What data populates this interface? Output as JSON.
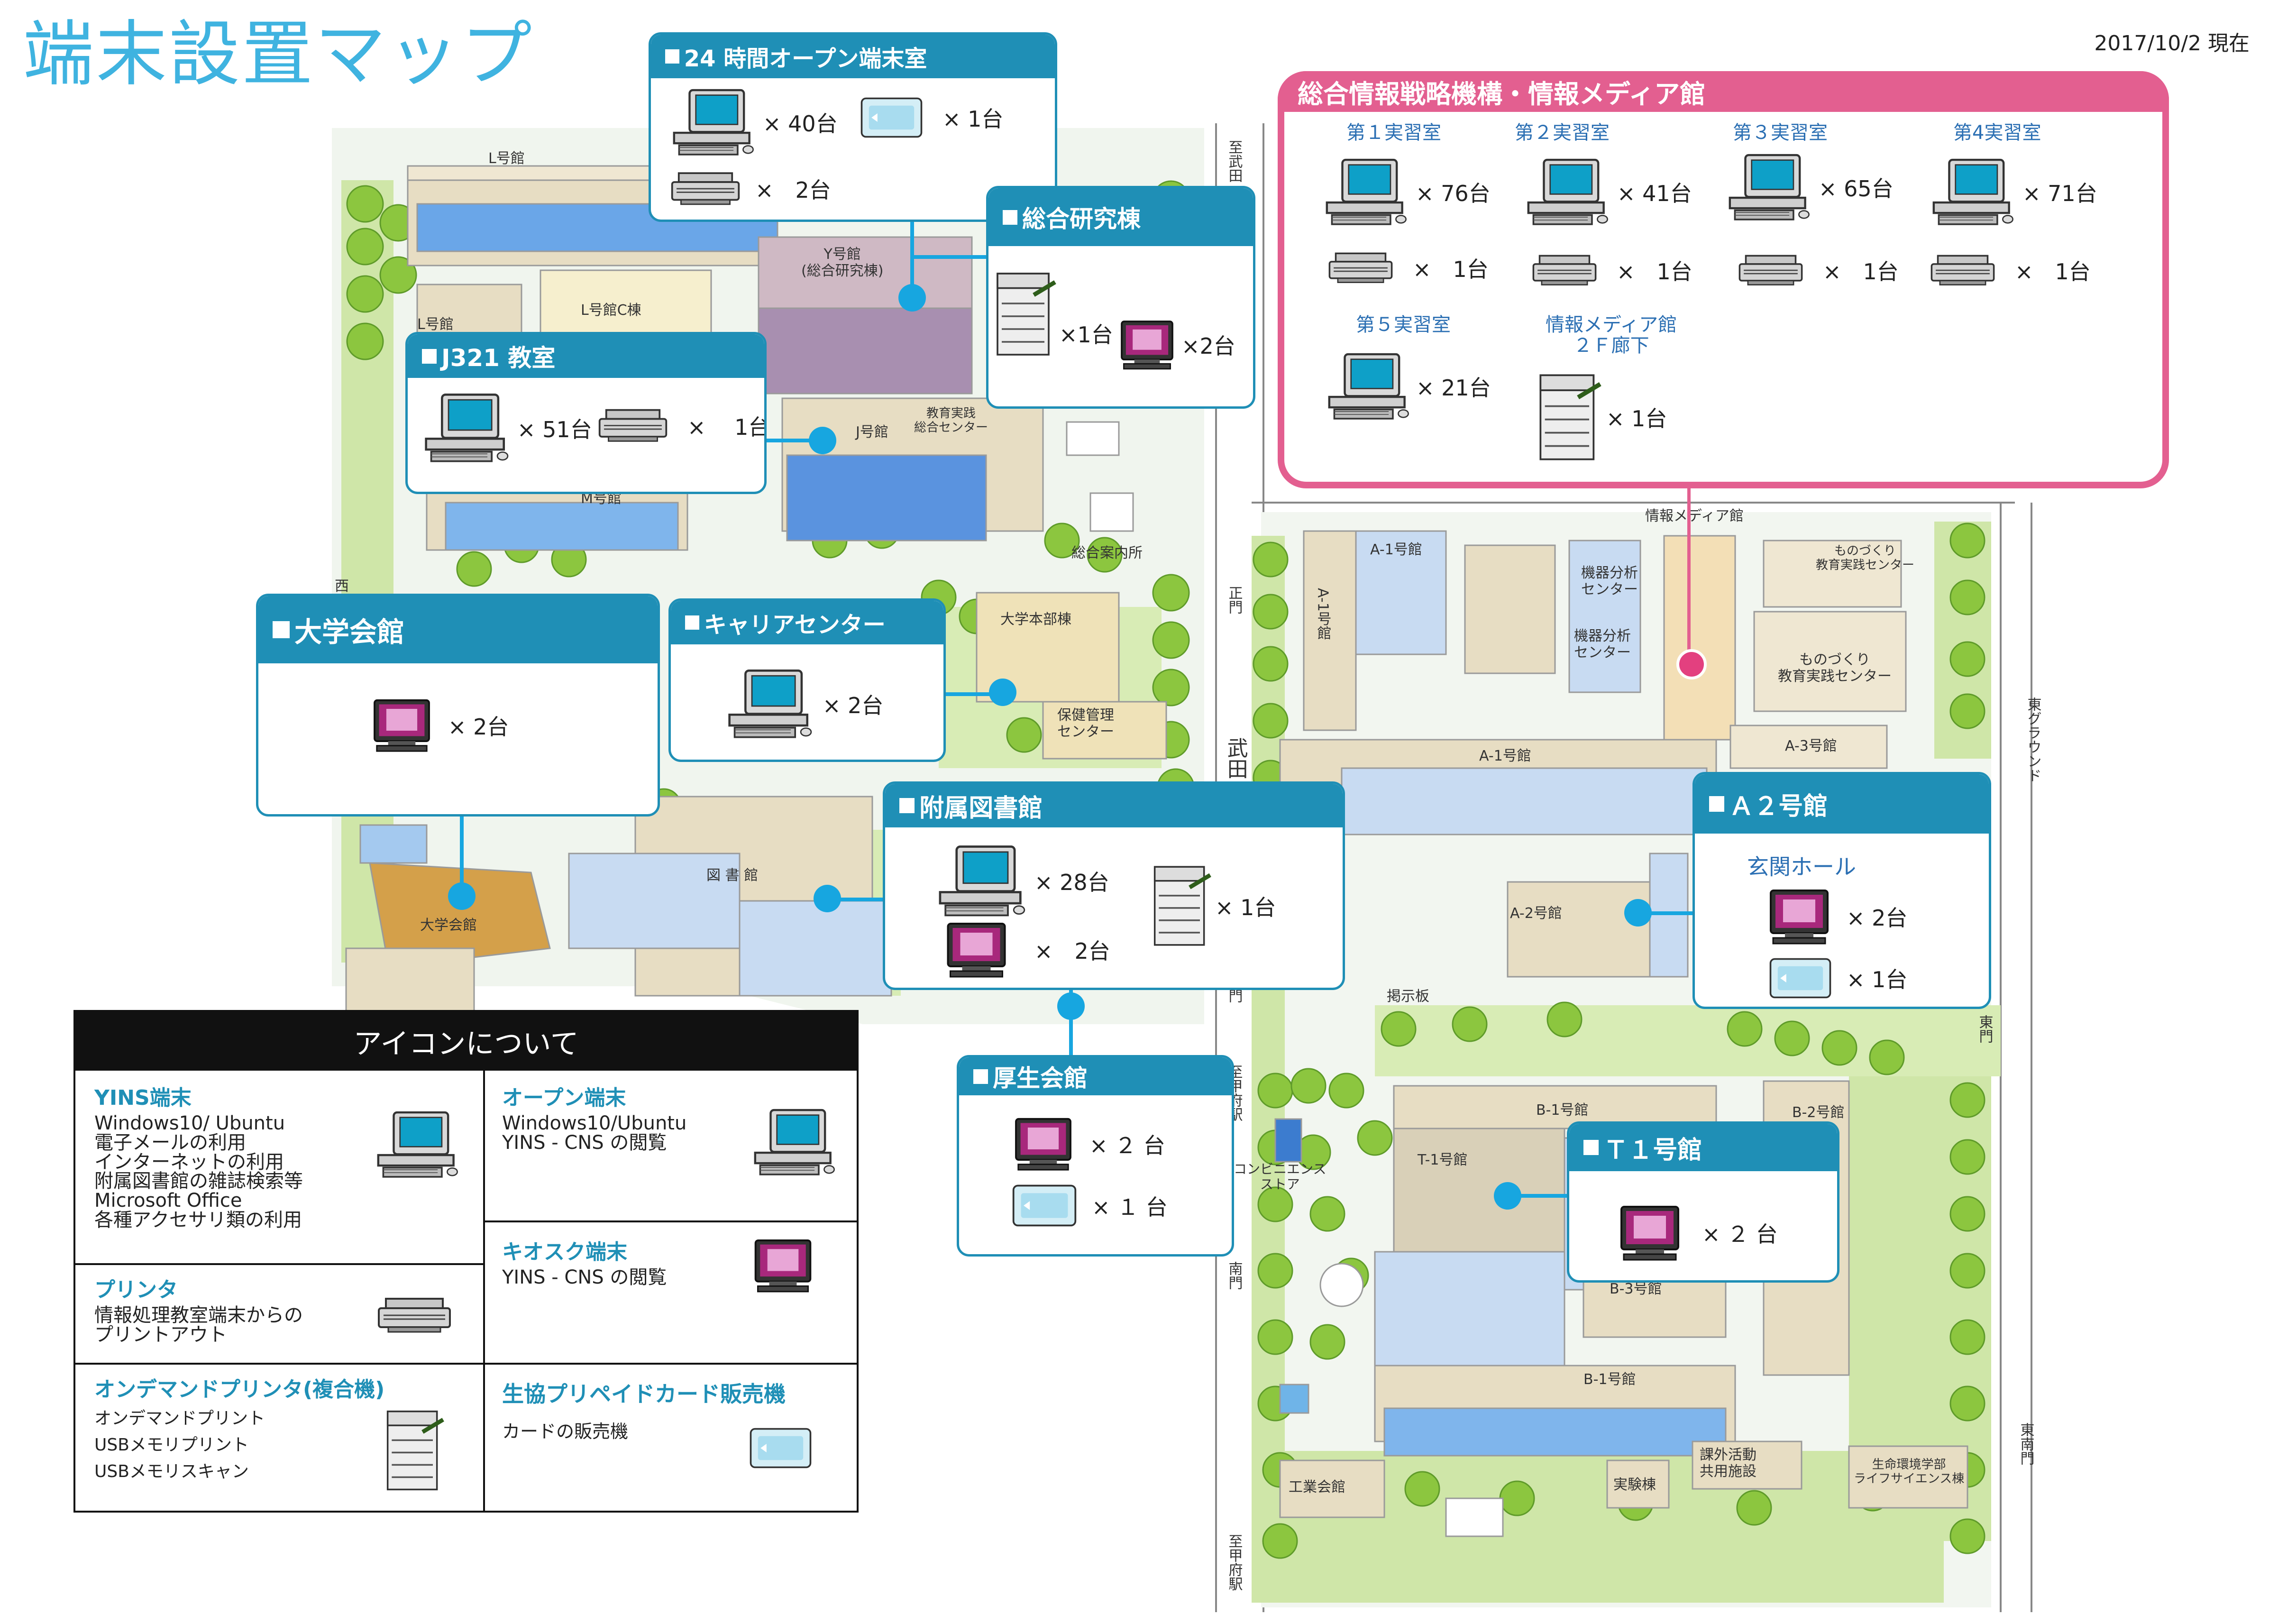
{
  "page": {
    "title": "端末設置マップ",
    "date": "2017/10/2 現在"
  },
  "colors": {
    "accent": "#1f8fb6",
    "pink": "#e35f90",
    "title": "#3fb3e0",
    "dot": "#17a6e0"
  },
  "buildings": {
    "l": "L号館",
    "l2": "L号館",
    "lc": "L号館C棟",
    "y": "Y号館\n(総合研究棟)",
    "j": "J号館",
    "kyoiku": "教育実践\n総合センター",
    "m": "M号館",
    "nishi": "西",
    "annai": "総合案内所",
    "honbu": "大学本部棟",
    "hoken": "保健管理\nセンター",
    "kaikan": "大学会館",
    "tosho": "図 書 館",
    "media": "情報メディア館",
    "a1v": "A-1号館",
    "a1top": "A-1号館",
    "kiki1": "機器分析\nセンター",
    "kiki2": "機器分析\nセンター",
    "mono1": "ものづくり\n教育実践センター",
    "mono2": "ものづくり\n教育実践センター",
    "a1mid": "A-1号館",
    "a3": "A-3号館",
    "a2": "A-2号館",
    "keiji": "掲示板",
    "b1top": "B-1号館",
    "b2": "B-2号館",
    "t1": "T-1号館",
    "b3": "B-3号館",
    "b1bot": "B-1号館",
    "conv": "コンビニエンス\nストア",
    "kogyo": "工業会館",
    "jikken": "実験棟",
    "kagai": "課外活動\n共用施設",
    "seimei": "生命環境学部\nライフサイエンス棟",
    "higashi_ground": "東グラウンド"
  },
  "roads": {
    "to_takeda": "至武田",
    "seimon": "正門",
    "takeda": "武田",
    "mon": "門",
    "to_kofu": "至甲府駅",
    "nanmon": "南門",
    "to_kofu2": "至甲府駅",
    "tomon": "東門",
    "tonanmon": "東南門"
  },
  "panels": {
    "open24": {
      "title": "24 時間オープン端末室",
      "pc": "× 40台",
      "card": "× 1台",
      "printer": "×　2台"
    },
    "sogo": {
      "title": "総合研究棟",
      "mfp": "×1台",
      "kiosk": "×2台"
    },
    "j321": {
      "title": "J321 教室",
      "pc": "× 51台",
      "printer": "×　 1台"
    },
    "kaikan": {
      "title": "大学会館",
      "kiosk": "× 2台"
    },
    "career": {
      "title": "キャリアセンター",
      "pc": "× 2台"
    },
    "library": {
      "title": "附属図書館",
      "pc": "× 28台",
      "mfp": "× 1台",
      "kiosk": "×　2台"
    },
    "a2": {
      "title": "Ａ２号館",
      "sub": "玄関ホール",
      "kiosk": "× 2台",
      "card": "× 1台"
    },
    "kosei": {
      "title": "厚生会館",
      "kiosk": "× ２ 台",
      "card": "× １ 台"
    },
    "t1": {
      "title": "Ｔ１号館",
      "kiosk": "× ２ 台"
    }
  },
  "media": {
    "title": "総合情報戦略機構・情報メディア館",
    "r1": {
      "label": "第１実習室",
      "pc": "× 76台",
      "printer": "×　1台"
    },
    "r2": {
      "label": "第２実習室",
      "pc": "× 41台",
      "printer": "×　1台"
    },
    "r3": {
      "label": "第３実習室",
      "pc": "× 65台",
      "printer": "×　1台"
    },
    "r4": {
      "label": "第4実習室",
      "pc": "× 71台",
      "printer": "×　1台"
    },
    "r5": {
      "label": "第５実習室",
      "pc": "× 21台"
    },
    "hall": {
      "label": "情報メディア館\n２Ｆ廊下",
      "mfp": "× 1台"
    }
  },
  "legend": {
    "title": "アイコンについて",
    "yins": {
      "title": "YINS端末",
      "lines": [
        "Windows10/ Ubuntu",
        "電子メールの利用",
        "インターネットの利用",
        "附属図書館の雑誌検索等",
        "Microsoft Office",
        "各種アクセサリ類の利用"
      ]
    },
    "open": {
      "title": "オープン端末",
      "lines": [
        "Windows10/Ubuntu",
        "YINS - CNS の閲覧"
      ]
    },
    "kiosk": {
      "title": "キオスク端末",
      "lines": [
        "YINS - CNS の閲覧"
      ]
    },
    "printer": {
      "title": "プリンタ",
      "lines": [
        "情報処理教室端末からの",
        "プリントアウト"
      ]
    },
    "mfp": {
      "title": "オンデマンドプリンタ(複合機)",
      "lines": [
        "オンデマンドプリント",
        "USBメモリプリント",
        "USBメモリスキャン"
      ]
    },
    "card": {
      "title": "生協プリペイドカード販売機",
      "lines": [
        "カードの販売機"
      ]
    }
  }
}
